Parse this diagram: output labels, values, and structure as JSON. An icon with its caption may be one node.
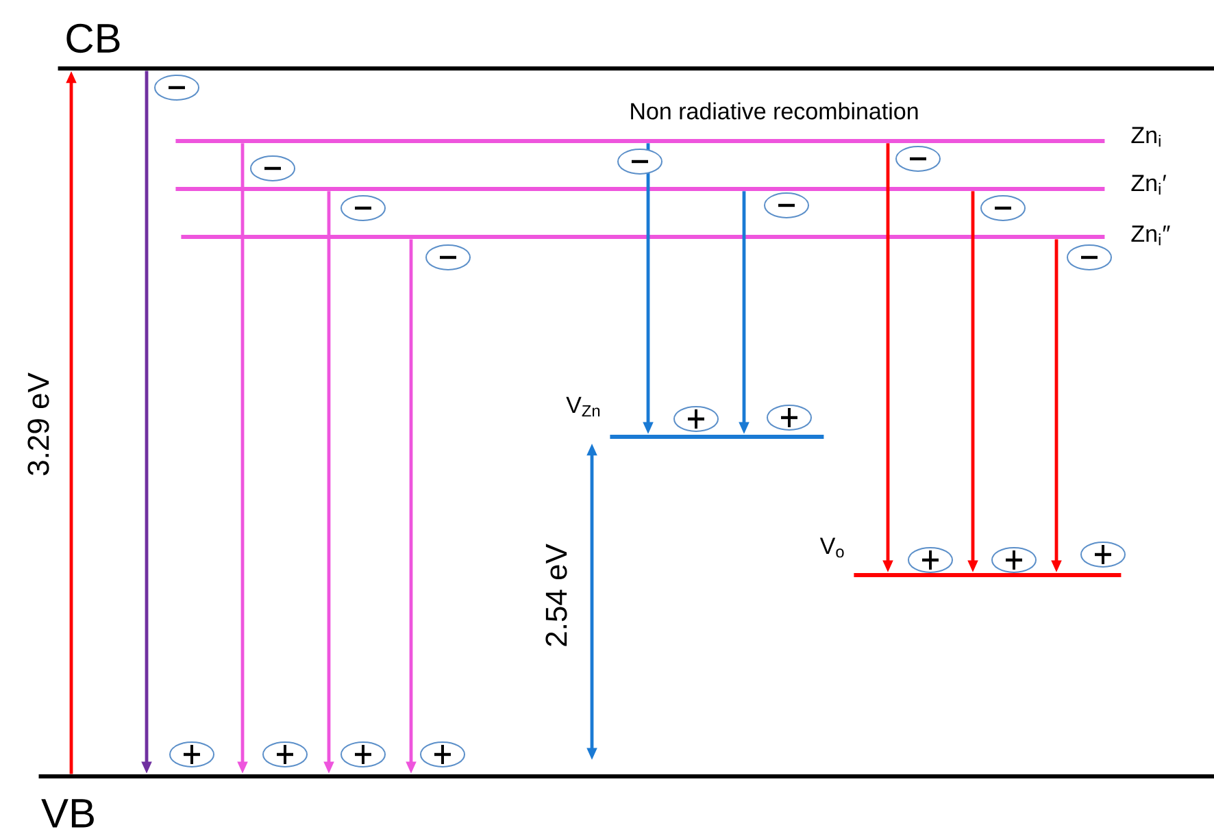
{
  "diagram": {
    "nodes": [
      {
        "text": [
          "CB"
        ]
      },
      {
        "text": [
          "Zn$_{i}$"
        ]
      },
      {
        "text": [
          "Zn$_{i}$′"
        ]
      },
      {
        "text": [
          "Zn$_{i}$″"
        ]
      },
      {
        "text": [
          "V$_{Zn}$"
        ]
      },
      {
        "text": [
          "V$_{o}$"
        ]
      },
      {
        "text": [
          "VB"
        ]
      }
    ],
    "edges": [
      {
        "from": 6,
        "to": 0,
        "arrow": "to",
        "label": "3.29 eV"
      },
      {
        "from": 0,
        "to": 6,
        "arrow": "to",
        "color": "#7030a0"
      },
      {
        "from": 1,
        "to": 6,
        "arrow": "to",
        "color": "#ee55dd"
      },
      {
        "from": 2,
        "to": 6,
        "arrow": "to",
        "color": "#ee55dd"
      },
      {
        "from": 3,
        "to": 6,
        "arrow": "to",
        "color": "#ee55dd"
      },
      {
        "from": 1,
        "to": 4,
        "arrow": "to",
        "color": "#1a7ad4"
      },
      {
        "from": 2,
        "to": 4,
        "arrow": "to",
        "color": "#1a7ad4"
      },
      {
        "from": 6,
        "to": 4,
        "arrow": "both",
        "label": "2.54 eV",
        "color": "#1a7ad4"
      },
      {
        "from": 1,
        "to": 5,
        "arrow": "to"
      },
      {
        "from": 2,
        "to": 5,
        "arrow": "to"
      },
      {
        "from": 3,
        "to": 5,
        "arrow": "to"
      }
    ],
    "labels": [
      "Non radiative recombination"
    ]
  }
}
